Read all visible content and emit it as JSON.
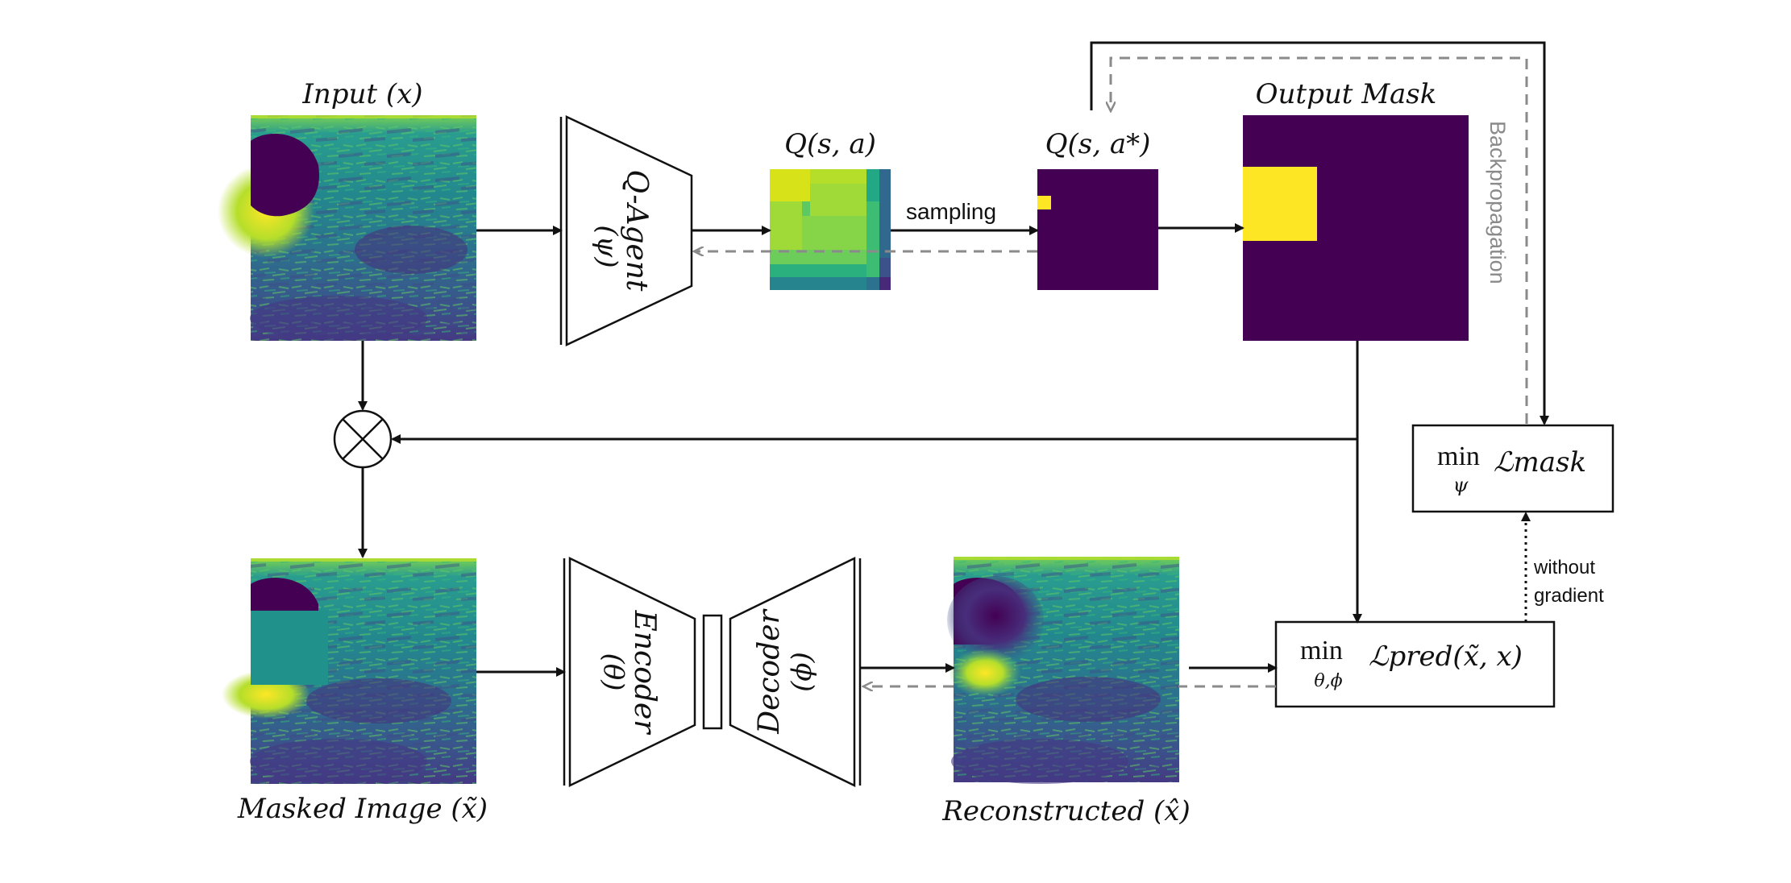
{
  "labels": {
    "input": "Input (x)",
    "q_agent": "Q-Agent",
    "q_agent_param": "(ψ)",
    "q_sa": "Q(s, a)",
    "sampling": "sampling",
    "q_sa_star": "Q(s, a*)",
    "output_mask": "Output Mask",
    "backpropagation": "Backpropagation",
    "loss_mask_min": "min",
    "loss_mask_sub": "ψ",
    "loss_mask_term": "ℒmask",
    "without_gradient_1": "without",
    "without_gradient_2": "gradient",
    "masked_image": "Masked Image (x̃)",
    "encoder": "Encoder",
    "encoder_param": "(θ)",
    "decoder": "Decoder",
    "decoder_param": "(ϕ)",
    "reconstructed": "Reconstructed (x̂)",
    "loss_pred_min": "min",
    "loss_pred_sub": "θ,ϕ",
    "loss_pred_term": "ℒpred(x̃, x)"
  },
  "colors": {
    "viridis_dark": "#440154",
    "viridis_yellow": "#fde725",
    "viridis_teal": "#21918c",
    "viridis_green": "#5ec962",
    "arrow_solid": "#111111",
    "arrow_dashed": "#8a8a8a"
  }
}
